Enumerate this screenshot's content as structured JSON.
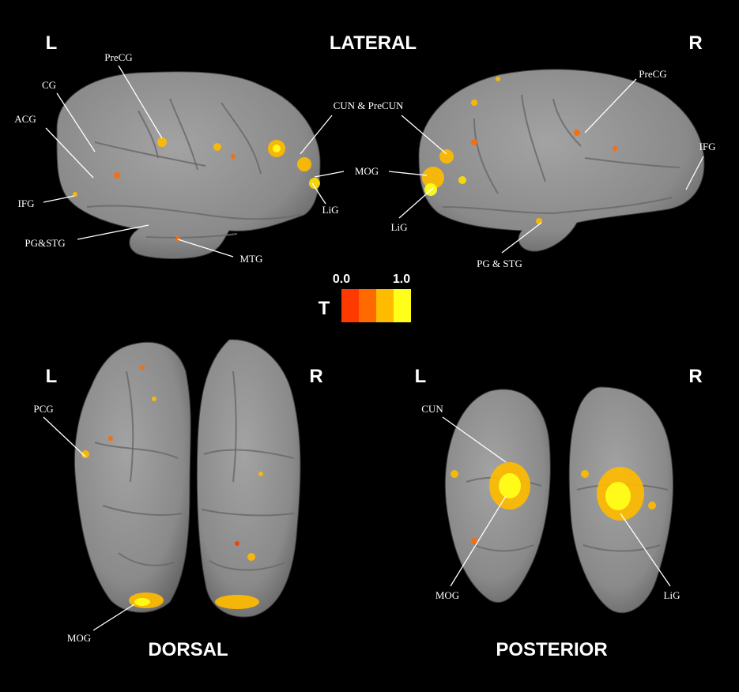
{
  "headings": {
    "lateral": "LATERAL",
    "dorsal": "DORSAL",
    "posterior": "POSTERIOR"
  },
  "hemi": {
    "lateral_left": "L",
    "lateral_right": "R",
    "dorsal_left": "L",
    "dorsal_right": "R",
    "posterior_left": "L",
    "posterior_right": "R"
  },
  "colorbar": {
    "symbol": "T",
    "min_label": "0.0",
    "max_label": "1.0",
    "min": 0.0,
    "max": 1.0,
    "colors": [
      "#ff3a00",
      "#ff6a00",
      "#ffbb00",
      "#ffff1a"
    ]
  },
  "labels": {
    "lat_left": {
      "precg": "PreCG",
      "cg": "CG",
      "acg": "ACG",
      "ifg": "IFG",
      "pg_stg": "PG&STG",
      "mtg": "MTG",
      "lig": "LiG"
    },
    "center": {
      "cun_precun": "CUN & PreCUN",
      "mog": "MOG"
    },
    "lat_right": {
      "precg": "PreCG",
      "ifg": "IFG",
      "lig": "LiG",
      "pg_stg": "PG & STG"
    },
    "dorsal": {
      "pcg": "PCG",
      "mog": "MOG"
    },
    "posterior": {
      "cun": "CUN",
      "mog": "MOG",
      "lig": "LiG"
    }
  },
  "colors": {
    "background": "#000000",
    "cortex": "#8c8c8c",
    "cortex_shade": "#6e6e6e",
    "text": "#ffffff"
  }
}
